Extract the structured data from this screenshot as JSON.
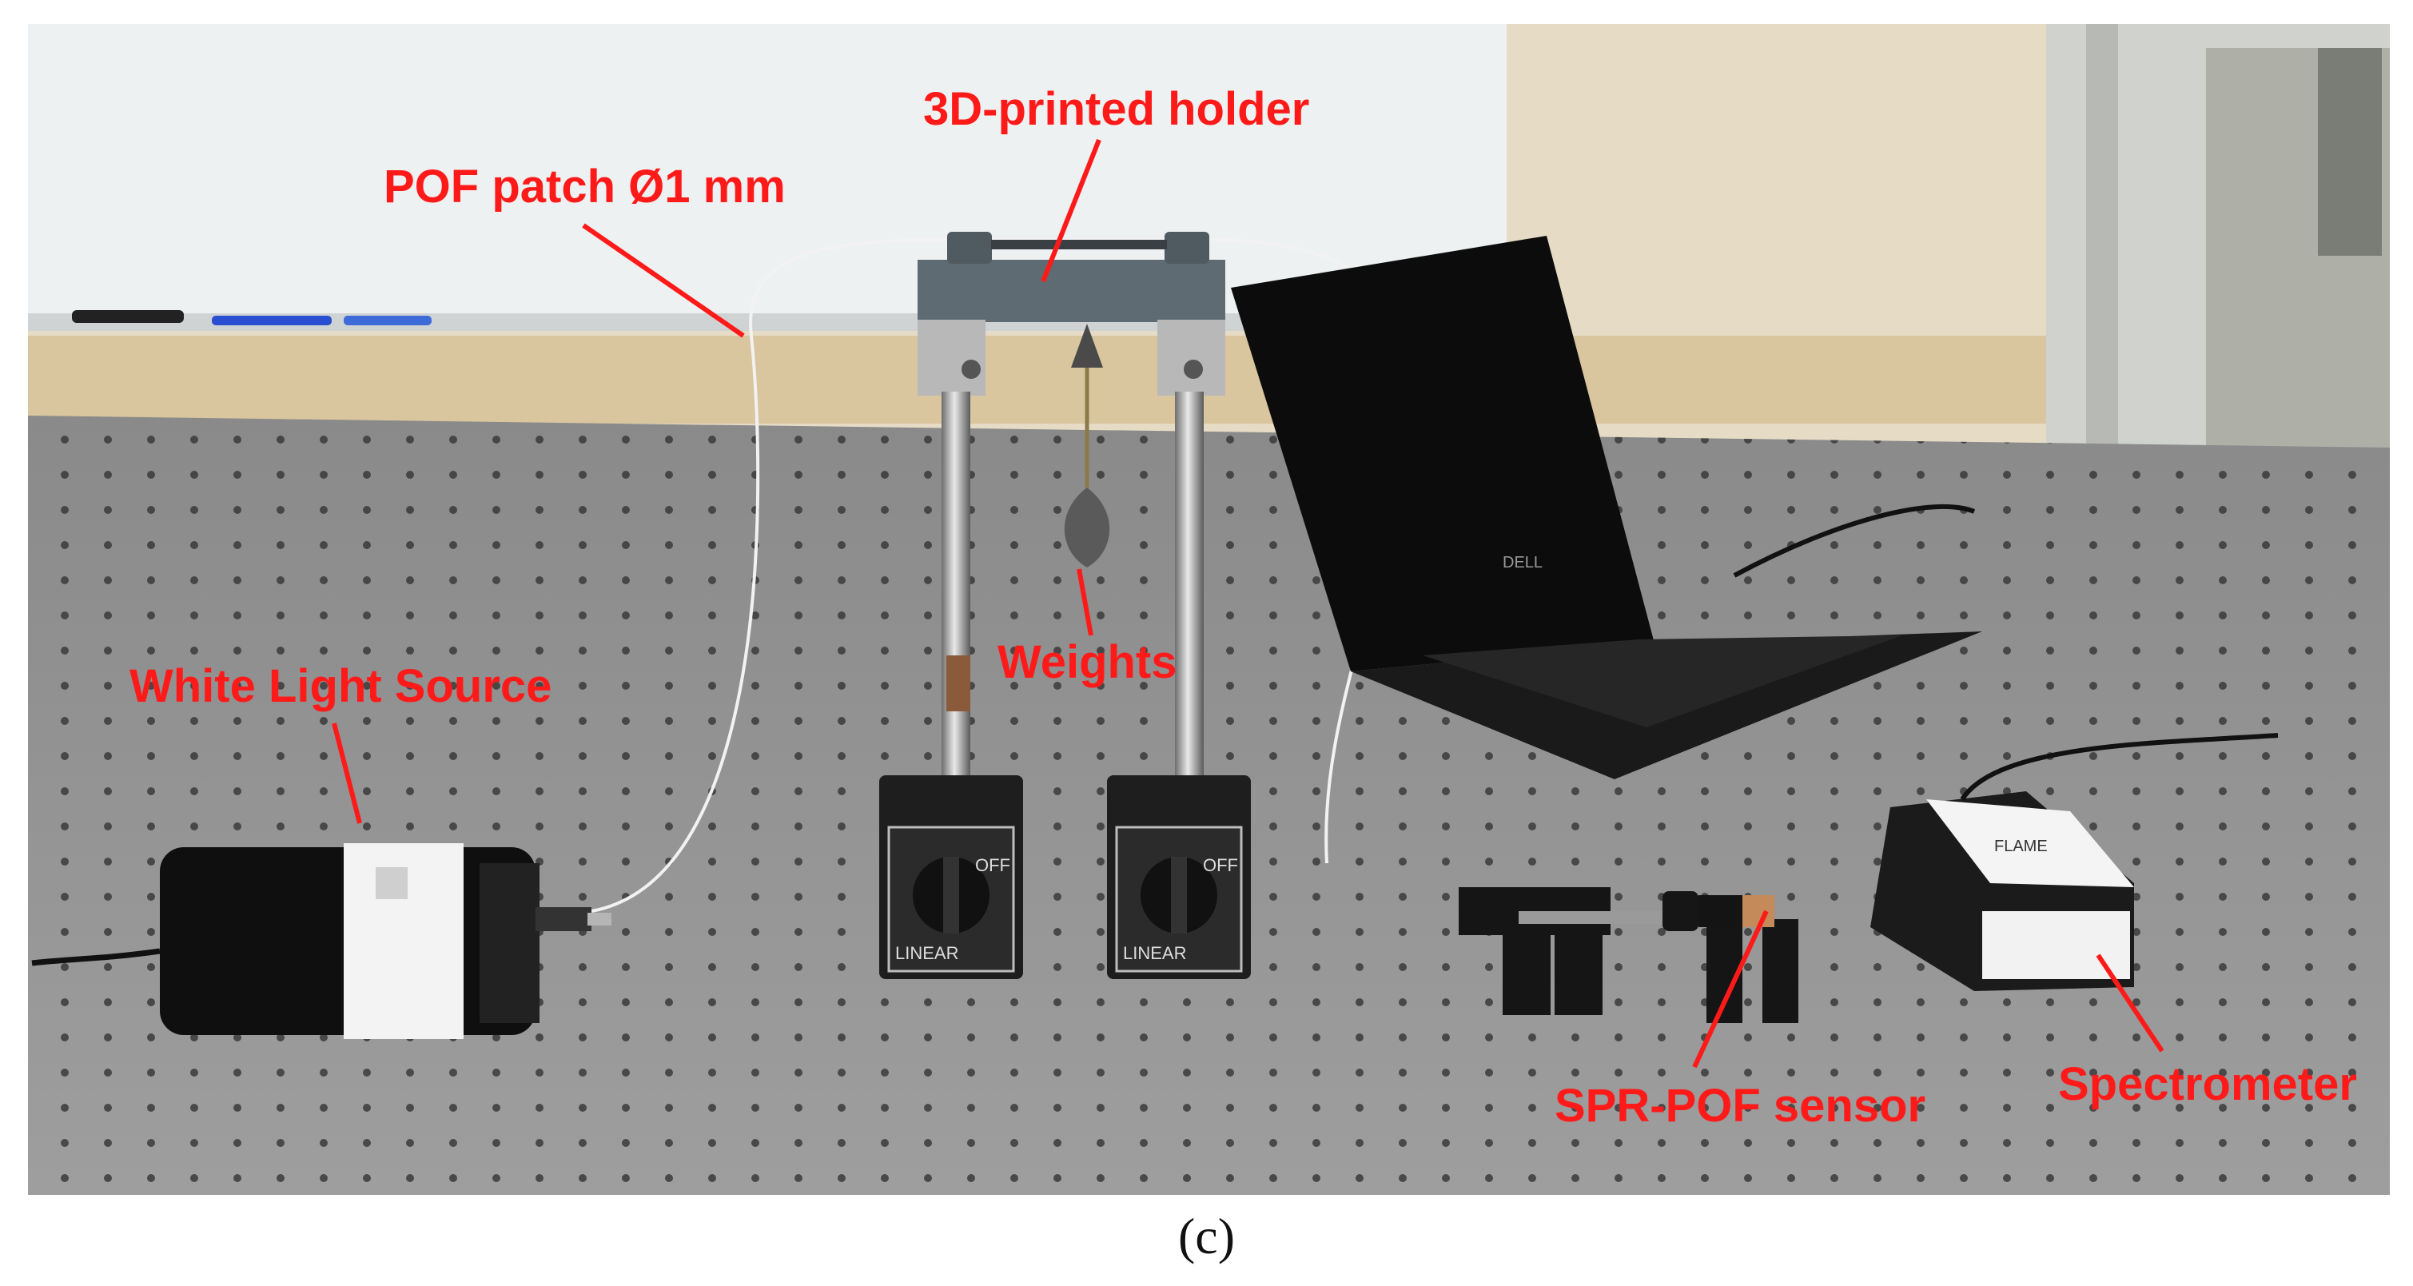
{
  "image_description_labels": {
    "pof_patch": "POF patch Ø1 mm",
    "holder": "3D-printed holder",
    "weights": "Weights",
    "light_source": "White Light Source",
    "sensor": "SPR-POF sensor",
    "spectrometer": "Spectrometer"
  },
  "device_text": {
    "switch_off": "OFF",
    "switch_linear": "LINEAR",
    "laptop_brand": "DELL",
    "spectrometer_brand": "FLAME"
  },
  "caption": "(c)",
  "colors": {
    "label_red": "#ff1a1a",
    "table": "#8f8f8f",
    "wall": "#e8dcc4",
    "whiteboard": "#eef2f3"
  }
}
